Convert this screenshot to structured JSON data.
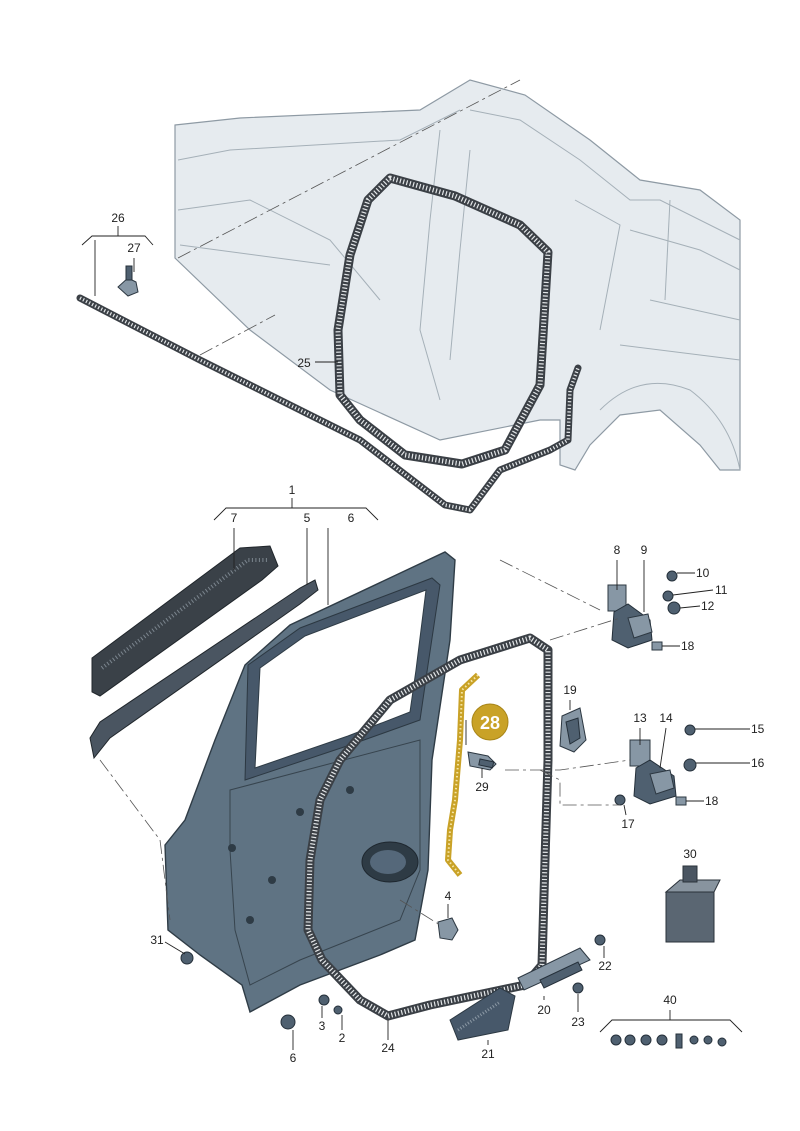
{
  "highlight": {
    "number": "28",
    "color": "#c9a227"
  },
  "labels": {
    "l1": "1",
    "l2": "2",
    "l3": "3",
    "l4": "4",
    "l5": "5",
    "l6a": "6",
    "l6b": "6",
    "l7": "7",
    "l8": "8",
    "l9": "9",
    "l10": "10",
    "l11": "11",
    "l12": "12",
    "l13": "13",
    "l14": "14",
    "l15": "15",
    "l16": "16",
    "l17": "17",
    "l18a": "18",
    "l18b": "18",
    "l19": "19",
    "l20": "20",
    "l21": "21",
    "l22": "22",
    "l23": "23",
    "l24": "24",
    "l25": "25",
    "l26": "26",
    "l27": "27",
    "l29": "29",
    "l30": "30",
    "l31": "31",
    "l40": "40"
  }
}
